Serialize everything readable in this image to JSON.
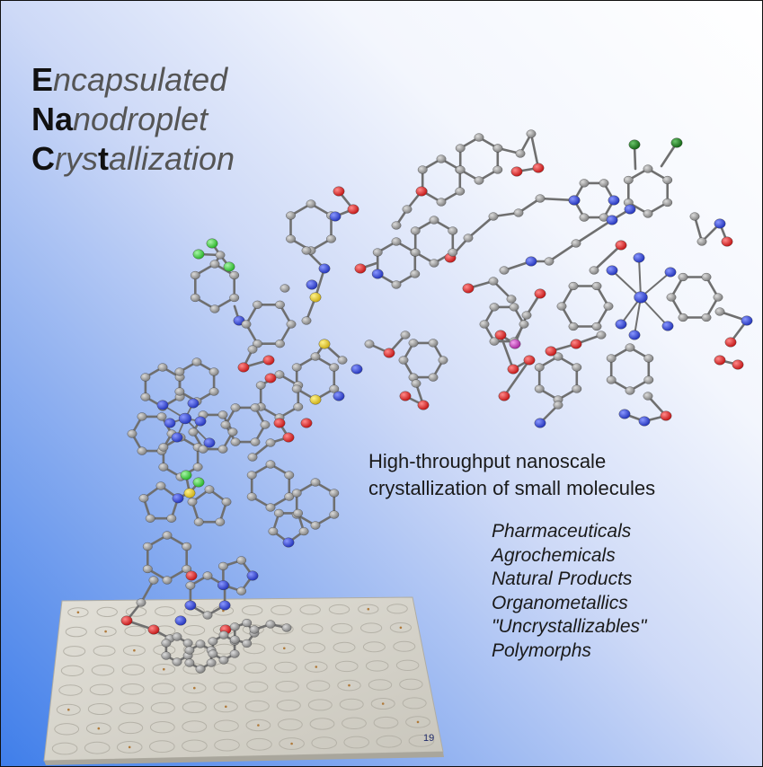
{
  "title": {
    "line1": {
      "bold": "E",
      "rest": "ncapsulated"
    },
    "line2": {
      "bold": "Na",
      "rest": "nodroplet"
    },
    "line3": {
      "b1": "C",
      "r1": "rys",
      "b2": "t",
      "r2": "allization"
    }
  },
  "subtitle": {
    "line1": "High-throughput nanoscale",
    "line2": "crystallization of small molecules"
  },
  "categories": [
    "Pharmaceuticals",
    "Agrochemicals",
    "Natural Products",
    "Organometallics",
    "\"Uncrystallizables\"",
    "Polymorphs"
  ],
  "plate": {
    "label": "19"
  },
  "colors": {
    "carbon": "#8c8c8c",
    "nitrogen": "#2b3fd6",
    "oxygen": "#e01818",
    "sulfur": "#e8d020",
    "fluorine": "#3ed33e",
    "chlorine": "#1f8a1f",
    "phosphorus": "#d050c8"
  }
}
